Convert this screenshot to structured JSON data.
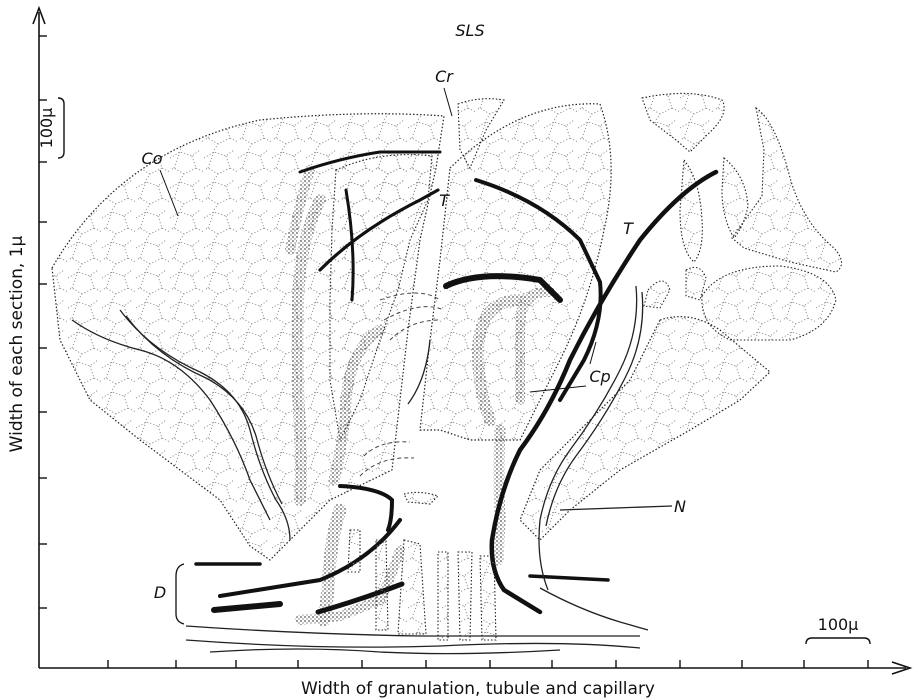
{
  "figure": {
    "header_label": "SLS",
    "xaxis_title": "Width of granulation, tubule and capillary",
    "yaxis_title": "Width of each section, 1μ",
    "scale_bar_vertical": "100μ",
    "scale_bar_horizontal": "100μ"
  },
  "annotations": {
    "co": "Co",
    "cr": "Cr",
    "t_left": "T",
    "t_right": "T",
    "cp": "Cp",
    "n": "N",
    "d": "D"
  },
  "colors": {
    "ink": "#111111",
    "stipple": "#9a9a9a",
    "shading": "#4a4a4a"
  }
}
